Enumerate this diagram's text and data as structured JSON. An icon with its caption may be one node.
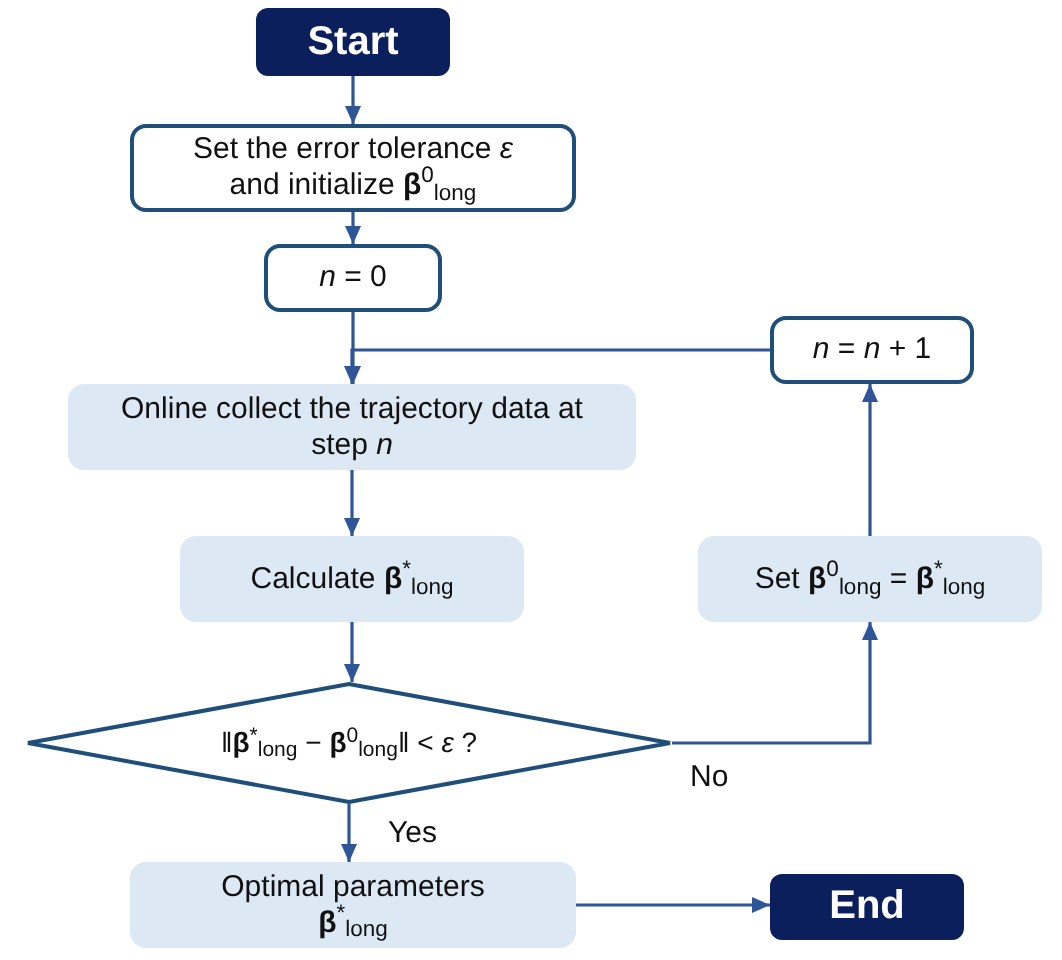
{
  "diagram": {
    "nodes": [
      {
        "text": [
          "Start"
        ]
      },
      {
        "text": [
          "Set the error tolerance *ε*",
          "and initialize **β**$^{0}$$_{long}$"
        ]
      },
      {
        "text": [
          "*n* = 0"
        ]
      },
      {
        "text": [
          "*n* = *n* + 1"
        ]
      },
      {
        "text": [
          "Online collect the trajectory data at step *n*"
        ]
      },
      {
        "text": [
          "Calculate **β**$^{*}$$_{long}$"
        ]
      },
      {
        "text": [
          "Set **β**$^{0}$$_{long}$ = **β**$^{*}$$_{long}$"
        ]
      },
      {
        "text": [
          "‖**β**$^{*}$$_{long}$ − **β**$^{0}$$_{long}$‖ < *ε* ?"
        ]
      },
      {
        "text": [
          "Optimal parameters",
          "**β**$^{*}$$_{long}$"
        ]
      },
      {
        "text": [
          "End"
        ]
      }
    ],
    "edges": [
      {
        "from": 0,
        "to": 1,
        "arrow": "to"
      },
      {
        "from": 1,
        "to": 2,
        "arrow": "to"
      },
      {
        "from": 2,
        "to": 4,
        "arrow": "to"
      },
      {
        "from": 3,
        "to": 4,
        "arrow": "to"
      },
      {
        "from": 4,
        "to": 5,
        "arrow": "to"
      },
      {
        "from": 5,
        "to": 7,
        "arrow": "to"
      },
      {
        "from": 7,
        "to": 8,
        "arrow": "to",
        "label": "Yes"
      },
      {
        "from": 7,
        "to": 6,
        "arrow": "to",
        "label": "No"
      },
      {
        "from": 6,
        "to": 3,
        "arrow": "to"
      },
      {
        "from": 8,
        "to": 9,
        "arrow": "to"
      }
    ]
  }
}
